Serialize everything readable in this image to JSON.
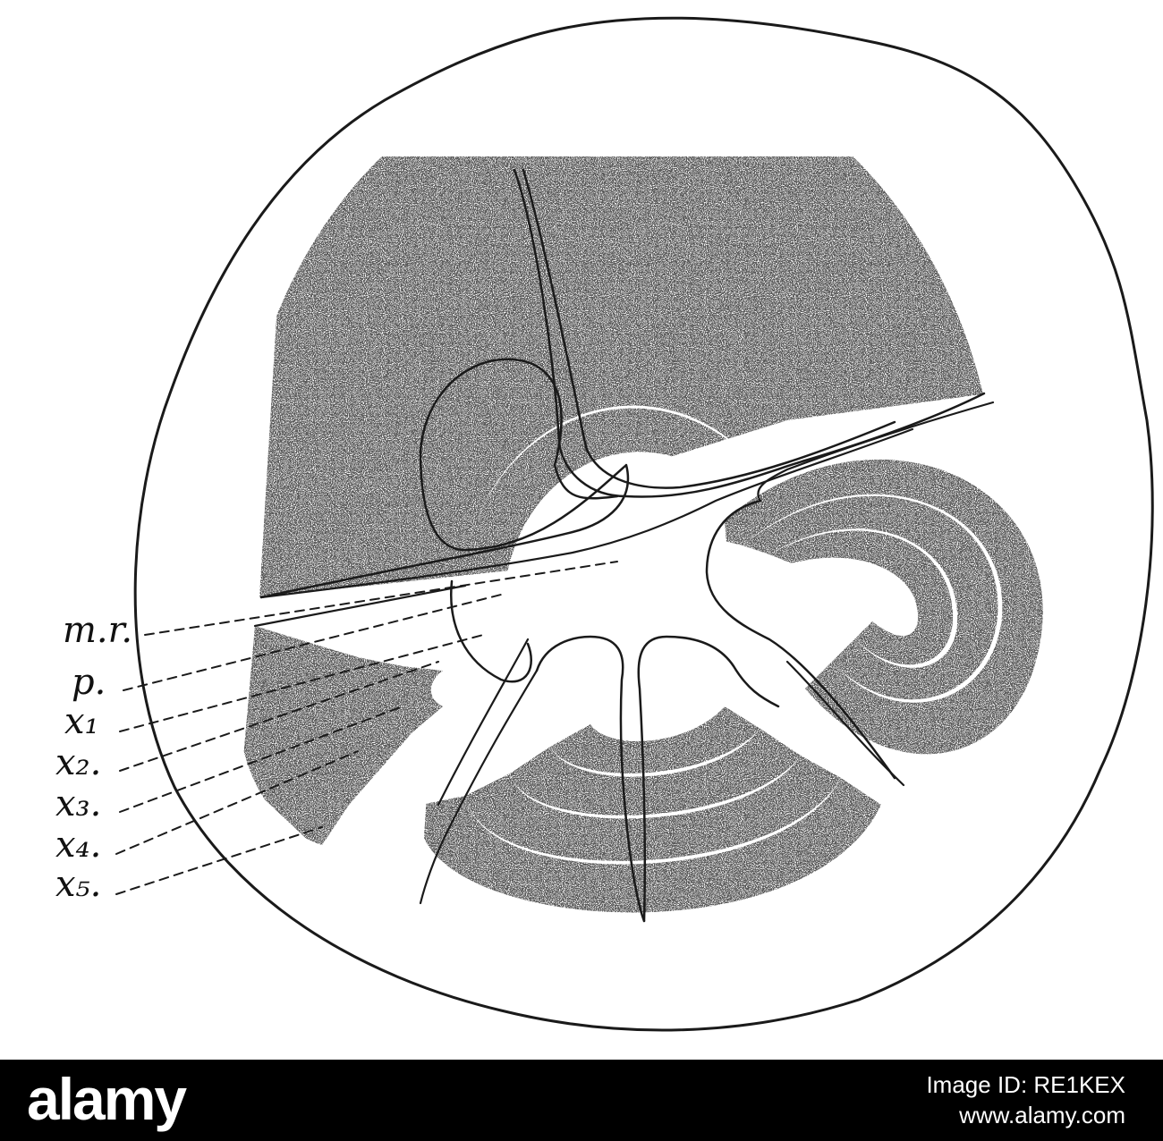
{
  "figure": {
    "labels": [
      {
        "id": "mr",
        "text": "m.r."
      },
      {
        "id": "p",
        "text": "p."
      },
      {
        "id": "x1",
        "text": "x₁"
      },
      {
        "id": "x2",
        "text": "x₂."
      },
      {
        "id": "x3",
        "text": "x₃."
      },
      {
        "id": "x4",
        "text": "x₄."
      },
      {
        "id": "x5",
        "text": "x₅."
      }
    ],
    "segment_count": 4,
    "ring_count": 5
  },
  "watermark": {
    "logo": "alamy",
    "image_id": "Image ID: RE1KEX",
    "url": "www.alamy.com"
  },
  "colors": {
    "background": "#ffffff",
    "ink": "#1a1a1a",
    "stock_bar": "#000000",
    "stock_text": "#ffffff"
  }
}
